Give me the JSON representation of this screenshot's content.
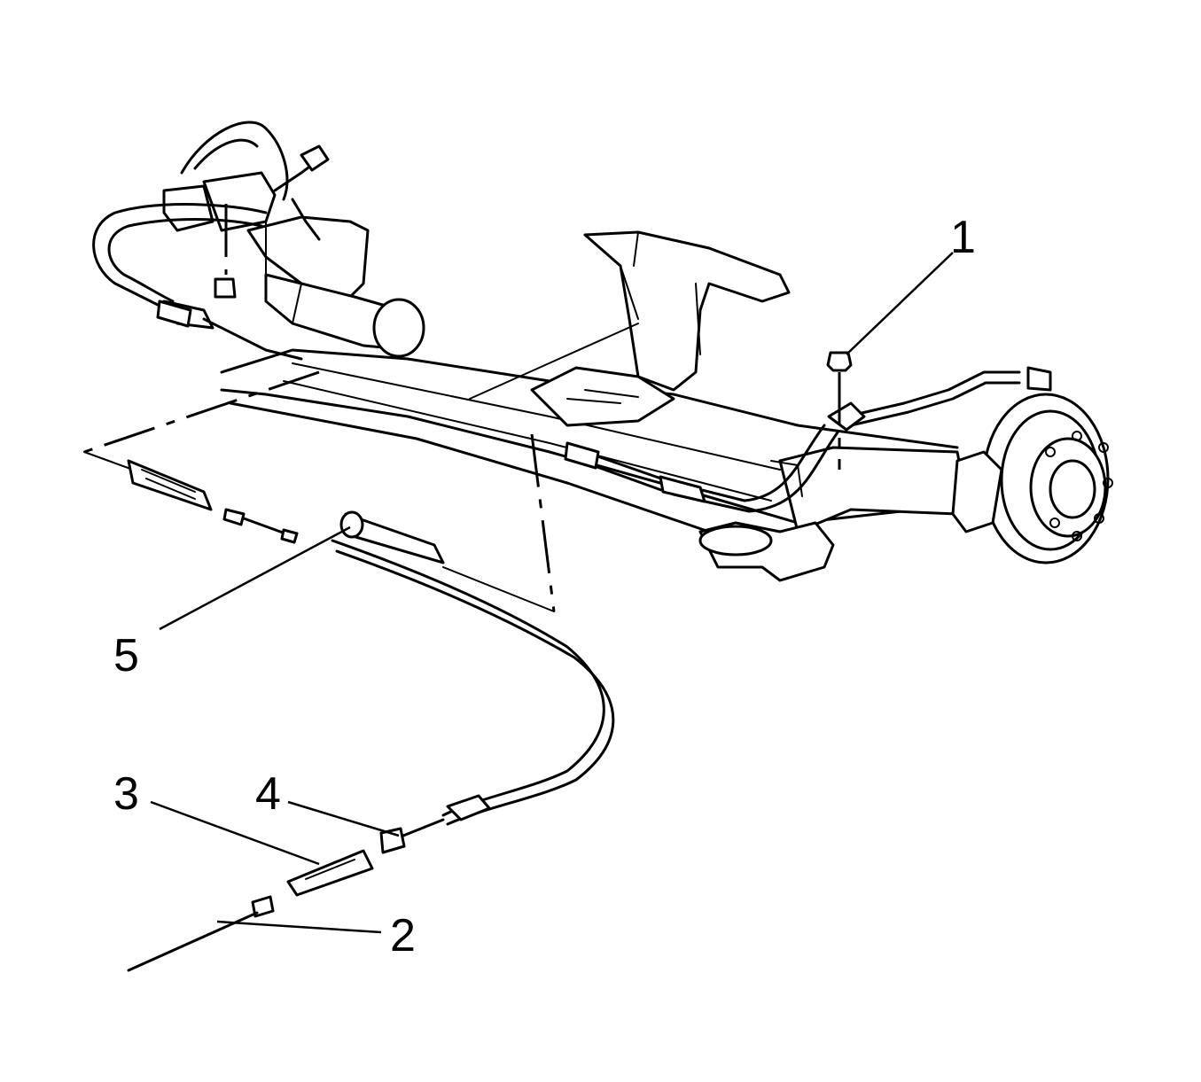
{
  "figure": {
    "callouts": [
      {
        "id": "1",
        "label": "1"
      },
      {
        "id": "2",
        "label": "2"
      },
      {
        "id": "3",
        "label": "3"
      },
      {
        "id": "4",
        "label": "4"
      },
      {
        "id": "5",
        "label": "5"
      }
    ]
  },
  "colors": {
    "ink": "#000000",
    "background": "#ffffff"
  }
}
